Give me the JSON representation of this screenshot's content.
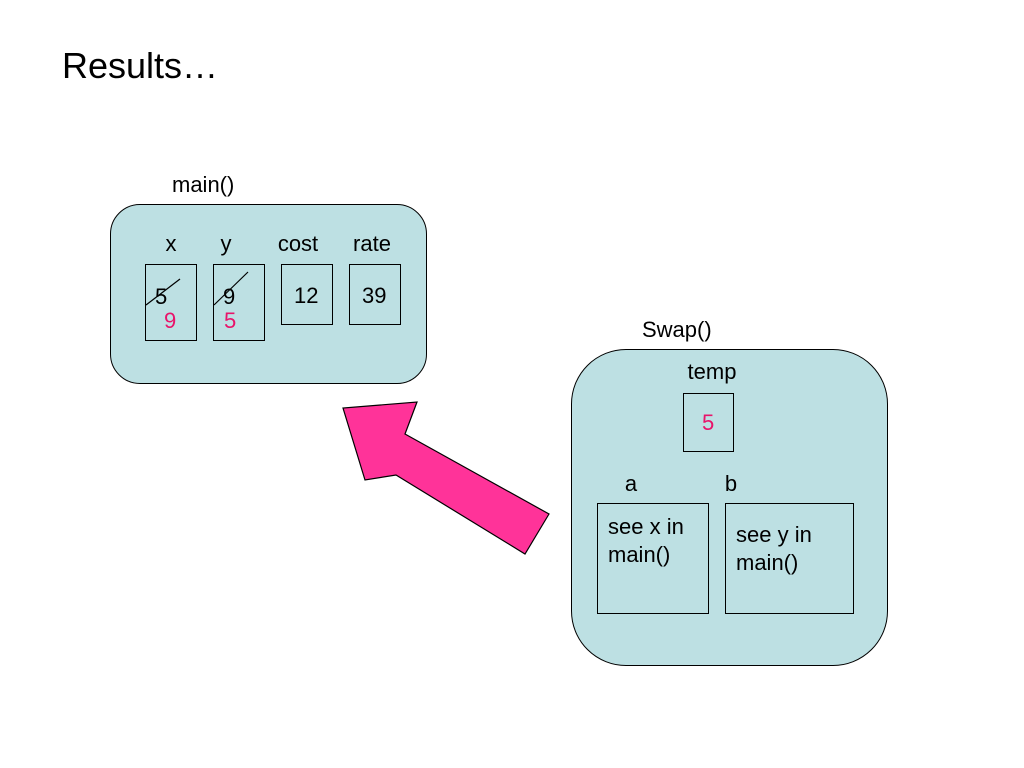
{
  "title": "Results…",
  "colors": {
    "frame_fill": "#bde0e3",
    "new_value": "#e8146a",
    "arrow_fill": "#ff3399"
  },
  "main_frame": {
    "label": "main()",
    "variables": [
      {
        "name": "x",
        "old_value": "5",
        "new_value": "9"
      },
      {
        "name": "y",
        "old_value": "9",
        "new_value": "5"
      },
      {
        "name": "cost",
        "value": "12"
      },
      {
        "name": "rate",
        "value": "39"
      }
    ]
  },
  "swap_frame": {
    "label": "Swap()",
    "temp": {
      "name": "temp",
      "value": "5"
    },
    "params": [
      {
        "name": "a",
        "line1": "see x in",
        "line2": "main()"
      },
      {
        "name": "b",
        "line1": "see y in",
        "line2": "main()"
      }
    ]
  }
}
